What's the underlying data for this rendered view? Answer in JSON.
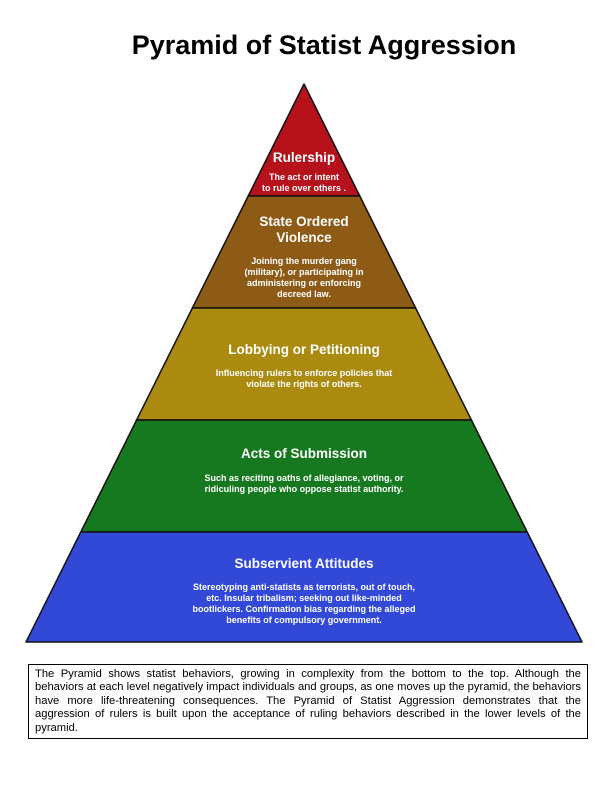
{
  "title": "Pyramid of Statist Aggression",
  "levels": [
    {
      "title": "Rulership",
      "description": "The act or intent\nto rule over others .",
      "color": "#b5121b"
    },
    {
      "title": "State Ordered\nViolence",
      "description": "Joining the murder gang\n(military), or participating in\nadministering or enforcing\ndecreed law.",
      "color": "#8e5b16"
    },
    {
      "title": "Lobbying or Petitioning",
      "description": "Influencing rulers to enforce policies that\nviolate the rights of others.",
      "color": "#ab8a10"
    },
    {
      "title": "Acts of Submission",
      "description": "Such as reciting oaths of allegiance, voting, or\nridiculing people who oppose statist authority.",
      "color": "#17791f"
    },
    {
      "title": "Subservient Attitudes",
      "description": "Stereotyping anti-statists as terrorists, out of touch,\netc. Insular tribalism; seeking out like-minded\nbootlickers. Confirmation bias regarding the alleged\nbenefits of compulsory government.",
      "color": "#3249d8"
    }
  ],
  "caption": "The Pyramid shows statist behaviors, growing in complexity from the bottom to the top. Although the behaviors at each level negatively impact individuals and groups, as one moves up the pyramid, the behaviors have more life-threatening consequences. The Pyramid of Statist Aggression demonstrates that the aggression of rulers is built upon the acceptance of ruling behaviors described in the lower levels of the pyramid."
}
